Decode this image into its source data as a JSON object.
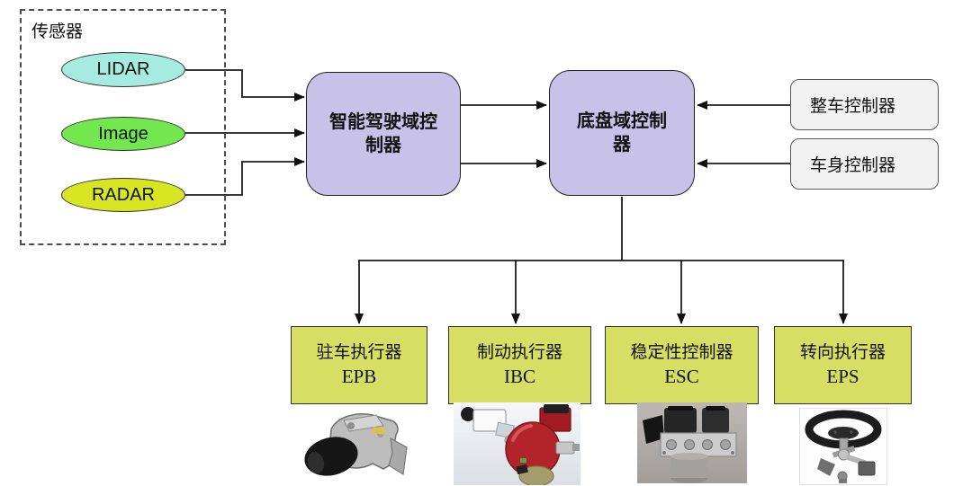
{
  "diagram": {
    "sensor_group": {
      "label": "传感器",
      "sensors": [
        {
          "label": "LIDAR",
          "fill": "#a6ebdf"
        },
        {
          "label": "Image",
          "fill": "#73e74e"
        },
        {
          "label": "RADAR",
          "fill": "#d7e523"
        }
      ]
    },
    "controllers": {
      "driving_domain": {
        "line1": "智能驾驶域控",
        "line2": "制器"
      },
      "chassis_domain": {
        "line1": "底盘域控制",
        "line2": "器"
      }
    },
    "external_controllers": [
      {
        "label": "整车控制器"
      },
      {
        "label": "车身控制器"
      }
    ],
    "actuators": [
      {
        "name": "驻车执行器",
        "abbr": "EPB",
        "image": "parking-brake-caliper-photo"
      },
      {
        "name": "制动执行器",
        "abbr": "IBC",
        "image": "integrated-brake-control-render"
      },
      {
        "name": "稳定性控制器",
        "abbr": "ESC",
        "image": "esc-hydraulic-unit-photo"
      },
      {
        "name": "转向执行器",
        "abbr": "EPS",
        "image": "electric-power-steering-photo"
      }
    ],
    "colors": {
      "sensor_lidar": "#a6ebdf",
      "sensor_image": "#73e74e",
      "sensor_radar": "#d7e523",
      "domain_controller_fill": "#c8c2e8",
      "external_controller_fill": "#f2f2f2",
      "actuator_fill": "#d6de63",
      "connector": "#1c1c1c"
    }
  }
}
